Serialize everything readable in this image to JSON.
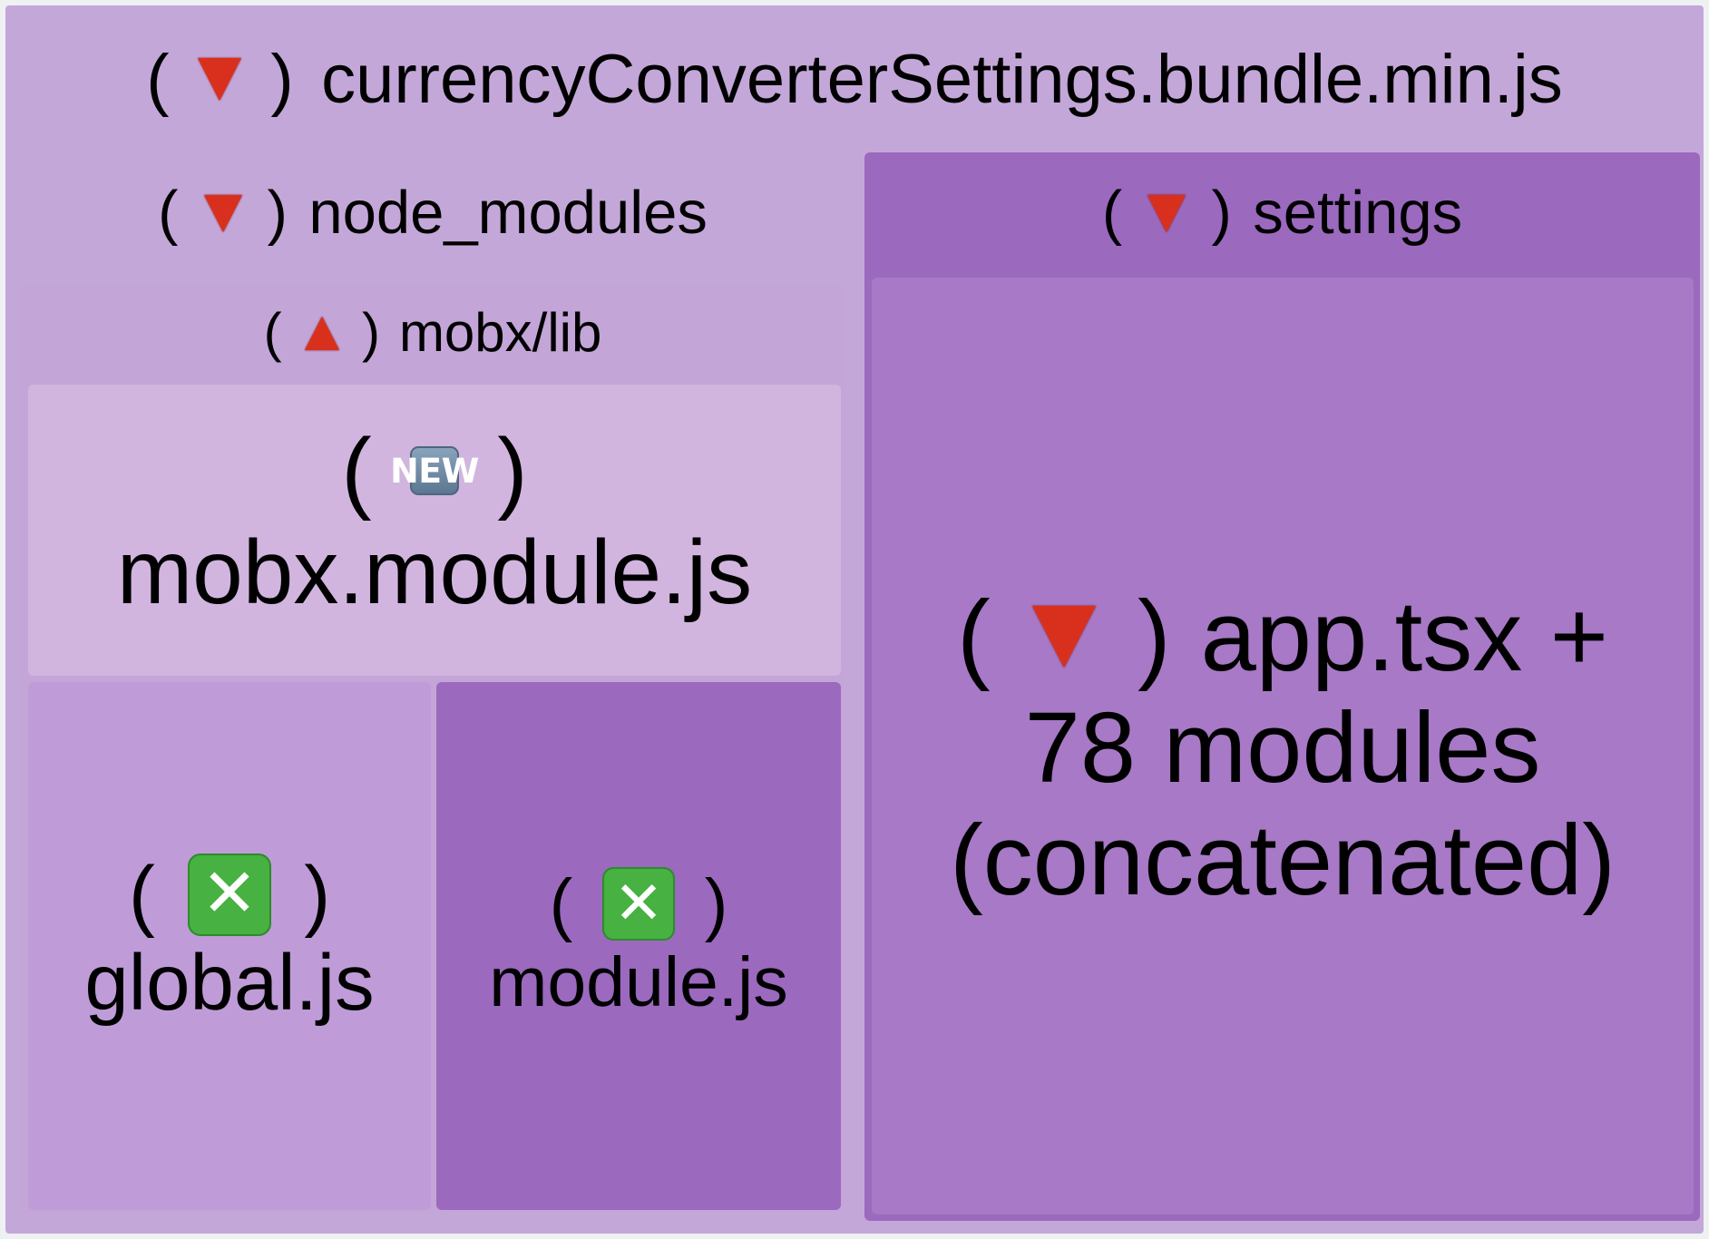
{
  "root": {
    "name": "currencyConverterSettings.bundle.min.js",
    "status": "▼",
    "status_icon": "red-triangle-down-icon"
  },
  "node_modules": {
    "name": "node_modules",
    "status": "▼",
    "status_icon": "red-triangle-down-icon"
  },
  "mobx_lib": {
    "name": "mobx/lib",
    "status": "▲",
    "status_icon": "red-triangle-up-icon"
  },
  "mobx_module": {
    "name": "mobx.module.js",
    "status": "NEW",
    "status_icon": "new-badge-icon"
  },
  "global": {
    "name": "global.js",
    "status": "✕",
    "status_icon": "green-x-icon"
  },
  "module": {
    "name": "module.js",
    "status": "✕",
    "status_icon": "green-x-icon"
  },
  "settings": {
    "name": "settings",
    "status": "▼",
    "status_icon": "red-triangle-down-icon"
  },
  "app": {
    "name_line1": "app.tsx +",
    "name_line2": "78 modules",
    "name_line3": "(concatenated)",
    "status": "▼",
    "status_icon": "red-triangle-down-icon"
  },
  "colors": {
    "root": "#c4a7d9",
    "node_modules": "#c3a4d8",
    "mobx_module": "#d1b5df",
    "global": "#bf9cd7",
    "module": "#9b69be",
    "settings": "#9b69be",
    "app": "#a779c6",
    "decrease": "#d9301d",
    "removed": "#47b141"
  }
}
